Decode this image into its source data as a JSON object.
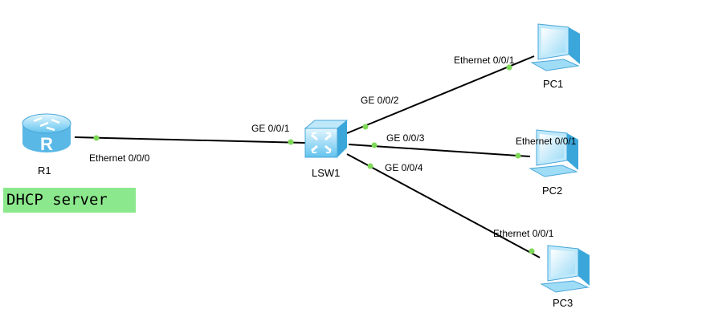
{
  "devices": {
    "r1": {
      "name": "R1",
      "icon": "router-icon"
    },
    "lsw1": {
      "name": "LSW1",
      "icon": "switch-icon"
    },
    "pc1": {
      "name": "PC1",
      "icon": "pc-icon"
    },
    "pc2": {
      "name": "PC2",
      "icon": "pc-icon"
    },
    "pc3": {
      "name": "PC3",
      "icon": "pc-icon"
    }
  },
  "links": {
    "r1_lsw1": {
      "a_port": "Ethernet 0/0/0",
      "b_port": "GE 0/0/1"
    },
    "lsw1_pc1": {
      "a_port": "GE 0/0/2",
      "b_port": "Ethernet 0/0/1"
    },
    "lsw1_pc2": {
      "a_port": "GE 0/0/3",
      "b_port": "Ethernet 0/0/1"
    },
    "lsw1_pc3": {
      "a_port": "GE 0/0/4",
      "b_port": "Ethernet 0/0/1"
    }
  },
  "note": {
    "text": "DHCP server",
    "color": "#8ce88c"
  },
  "colors": {
    "link": "#000000",
    "port_dot": "#7ed957",
    "device_light": "#c9ecfb",
    "device_mid": "#7fd0f2",
    "device_dark": "#3aa6da"
  }
}
